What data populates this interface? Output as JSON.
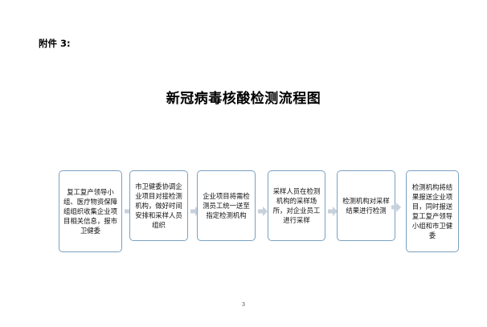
{
  "page": {
    "attachment_label": "附件 3:",
    "title": "新冠病毒核酸检测流程图",
    "page_number": "3"
  },
  "flow_steps": [
    {
      "text": "复工复产领导小组、医疗物资保障组组织收集企业项目相关信息，报市卫健委"
    },
    {
      "text": "市卫健委协调企业项目对接检测机构，做好时间安排和采样人员组织"
    },
    {
      "text": "企业项目将需检测员工统一送至指定检测机构"
    },
    {
      "text": "采样人员在检测机构的采样场所，对企业员工进行采样"
    },
    {
      "text": "检测机构对采样结果进行检测"
    },
    {
      "text": "检测机构将结果报送企业项目，同时报送复工复产领导小组和市卫健委"
    }
  ],
  "colors": {
    "box_border": "#7aa1bf",
    "arrow_fill": "#c6d1dc"
  }
}
